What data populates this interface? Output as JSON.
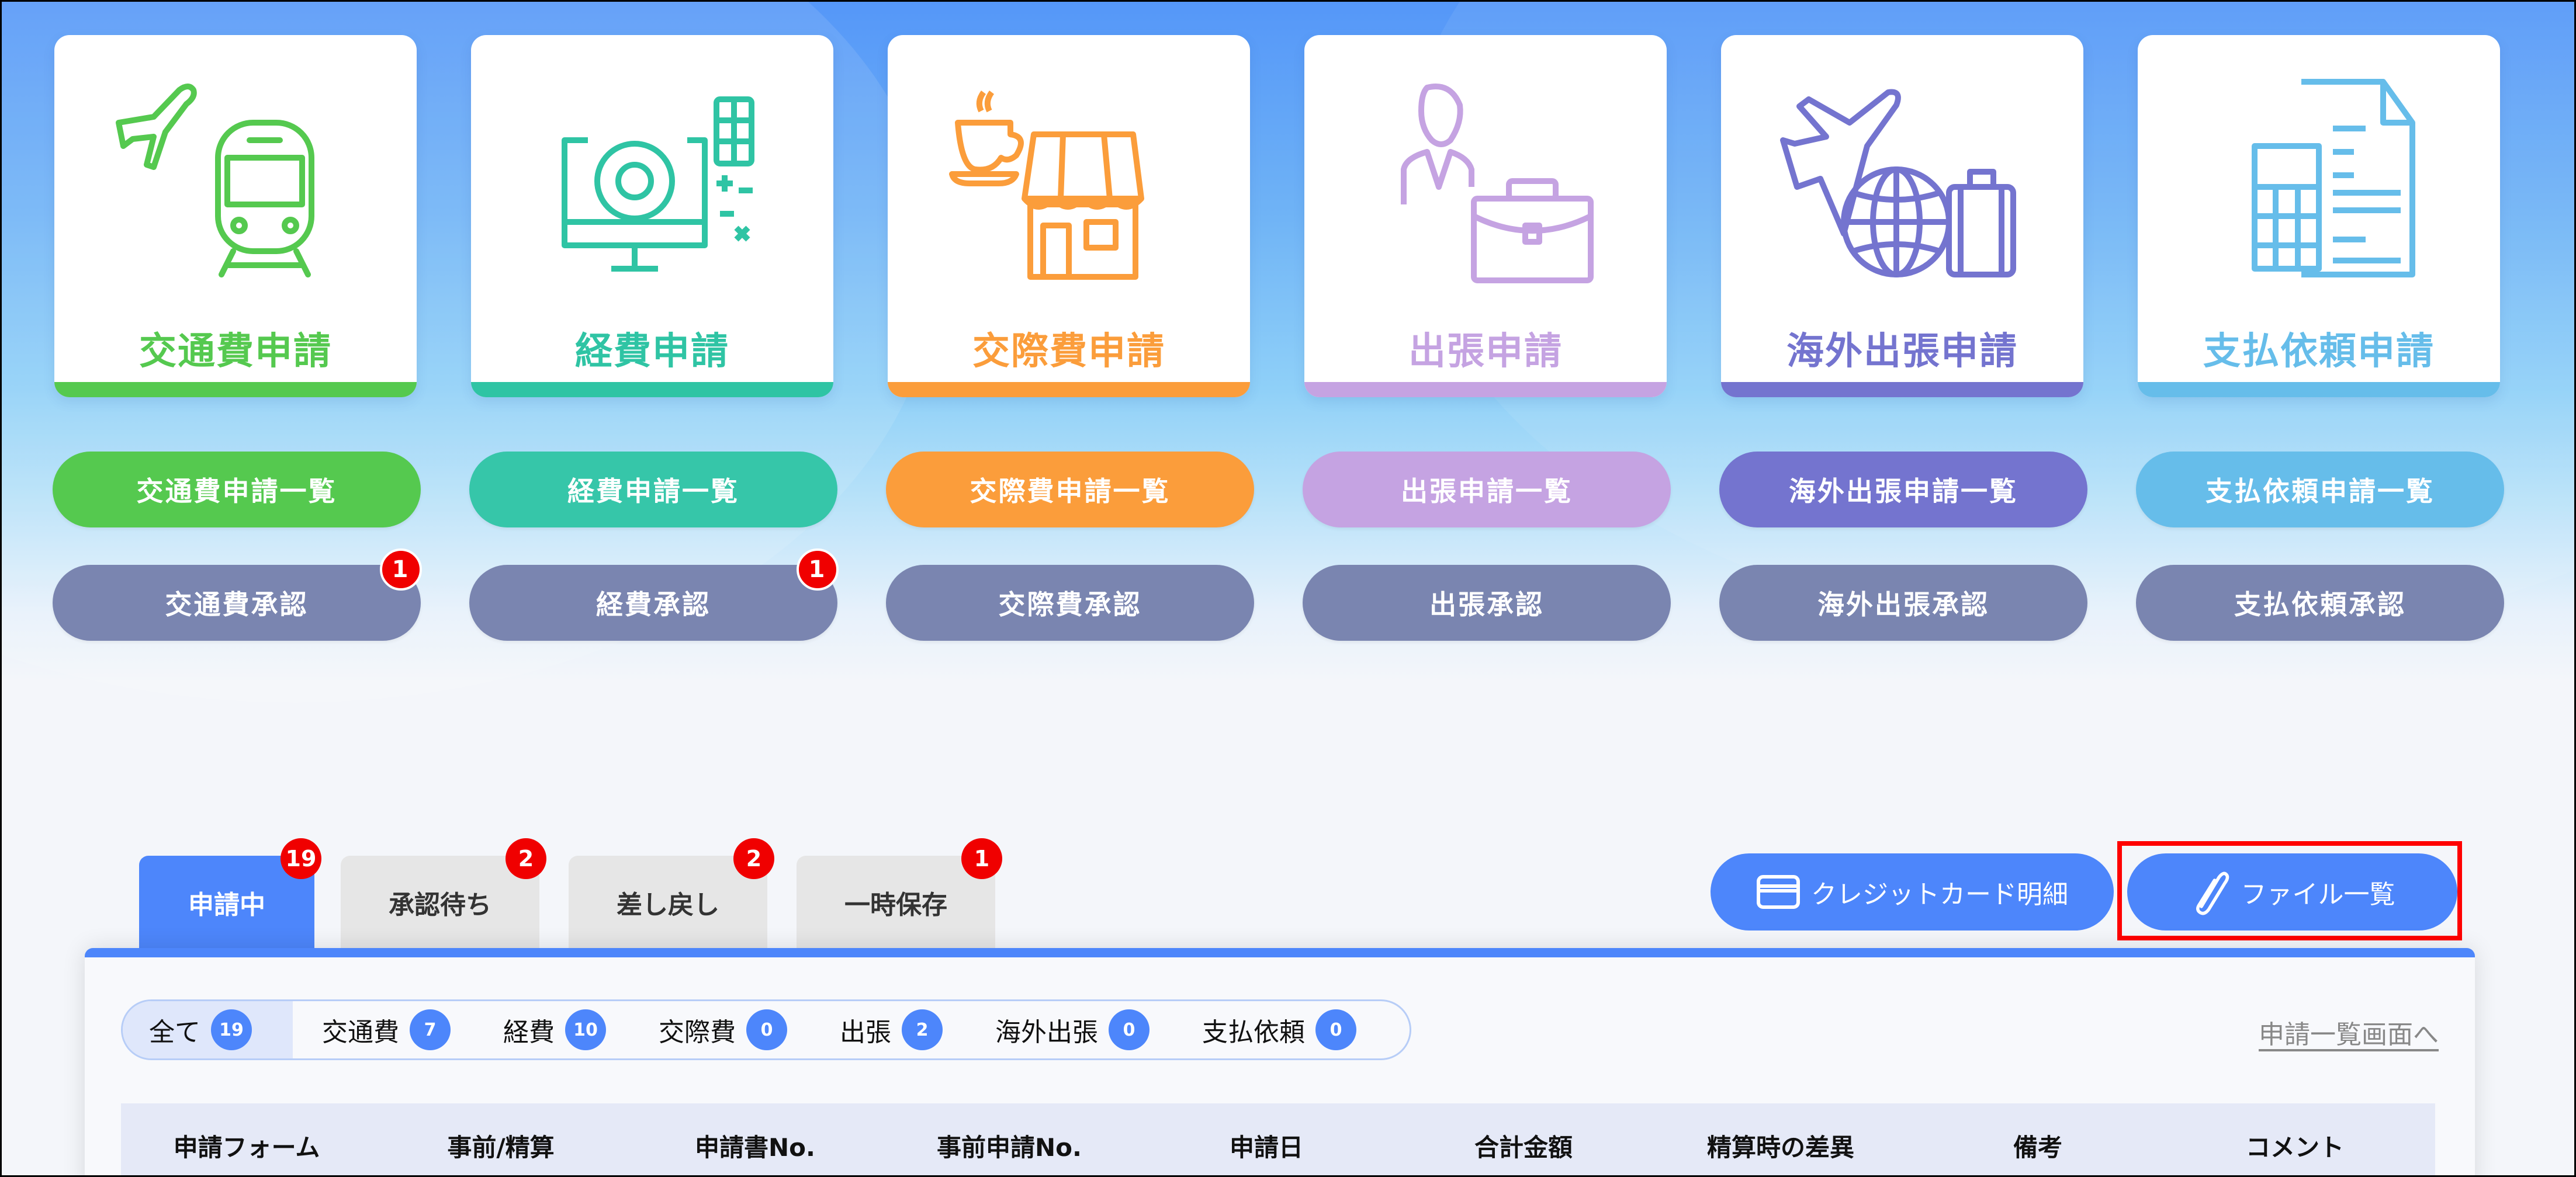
{
  "colors": {
    "green": "#55c94f",
    "teal": "#2fc4a4",
    "orange": "#fb9d3b",
    "lilac": "#c5a3e2",
    "indigo": "#7474cf",
    "sky": "#66bdea",
    "approve": "#7a85b0",
    "primary": "#4d86fb",
    "badge": "#f00000",
    "highlight": "#ff0000"
  },
  "cards": [
    {
      "title": "交通費申請",
      "icon": "train-plane-icon",
      "color": "#55c94f",
      "list_label": "交通費申請一覧",
      "approve_label": "交通費承認",
      "approve_badge": "1"
    },
    {
      "title": "経費申請",
      "icon": "monitor-chart-calculator-icon",
      "color": "#2fc4a4",
      "list_label": "経費申請一覧",
      "approve_label": "経費承認",
      "approve_badge": "1"
    },
    {
      "title": "交際費申請",
      "icon": "coffee-shop-icon",
      "color": "#fb9d3b",
      "list_label": "交際費申請一覧",
      "approve_label": "交際費承認",
      "approve_badge": null
    },
    {
      "title": "出張申請",
      "icon": "businessman-briefcase-icon",
      "color": "#c5a3e2",
      "list_label": "出張申請一覧",
      "approve_label": "出張承認",
      "approve_badge": null
    },
    {
      "title": "海外出張申請",
      "icon": "plane-globe-suitcase-icon",
      "color": "#7474cf",
      "list_label": "海外出張申請一覧",
      "approve_label": "海外出張承認",
      "approve_badge": null
    },
    {
      "title": "支払依頼申請",
      "icon": "calculator-document-icon",
      "color": "#66bdea",
      "list_label": "支払依頼申請一覧",
      "approve_label": "支払依頼承認",
      "approve_badge": null
    }
  ],
  "tabs": [
    {
      "label": "申請中",
      "badge": "19",
      "active": true
    },
    {
      "label": "承認待ち",
      "badge": "2",
      "active": false
    },
    {
      "label": "差し戻し",
      "badge": "2",
      "active": false
    },
    {
      "label": "一時保存",
      "badge": "1",
      "active": false
    }
  ],
  "actions": {
    "credit_card": {
      "label": "クレジットカード明細",
      "icon": "credit-card-icon"
    },
    "files": {
      "label": "ファイル一覧",
      "icon": "paperclip-icon"
    }
  },
  "filters": [
    {
      "label": "全て",
      "count": "19",
      "active": true
    },
    {
      "label": "交通費",
      "count": "7"
    },
    {
      "label": "経費",
      "count": "10"
    },
    {
      "label": "交際費",
      "count": "0"
    },
    {
      "label": "出張",
      "count": "2"
    },
    {
      "label": "海外出張",
      "count": "0"
    },
    {
      "label": "支払依頼",
      "count": "0"
    }
  ],
  "list_link": "申請一覧画面へ",
  "table": {
    "columns": [
      "申請フォーム",
      "事前/精算",
      "申請書No.",
      "事前申請No.",
      "申請日",
      "合計金額",
      "精算時の差異",
      "備考",
      "コメント"
    ]
  }
}
